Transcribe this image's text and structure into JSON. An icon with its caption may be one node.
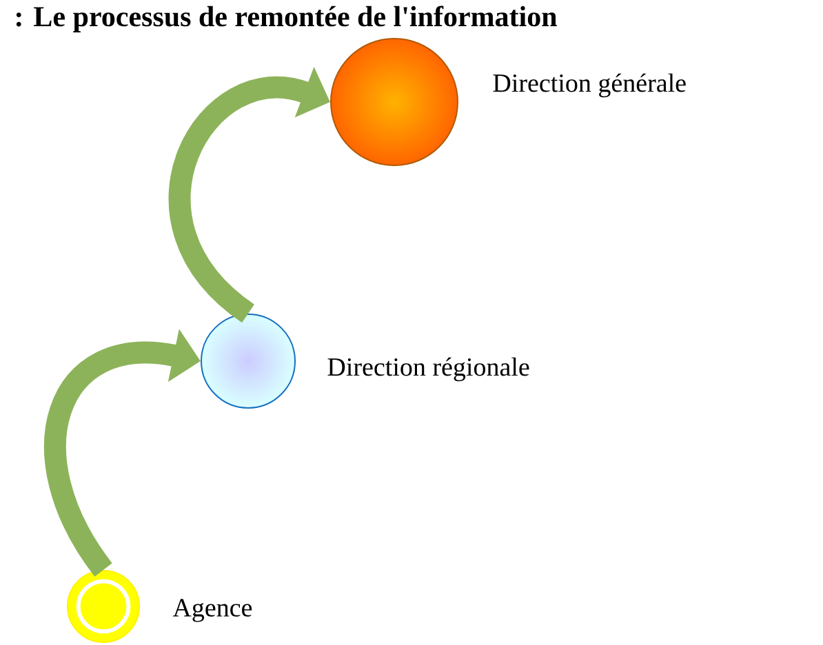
{
  "diagram": {
    "title": ": Le processus de remontée de l'information",
    "nodes": [
      {
        "text": [
          "Direction générale"
        ]
      },
      {
        "text": [
          "Direction régionale"
        ]
      },
      {
        "text": [
          "Agence"
        ]
      }
    ],
    "edges": [
      {
        "from": 2,
        "to": 1,
        "arrow": "to"
      },
      {
        "from": 1,
        "to": 0,
        "arrow": "to"
      }
    ]
  }
}
